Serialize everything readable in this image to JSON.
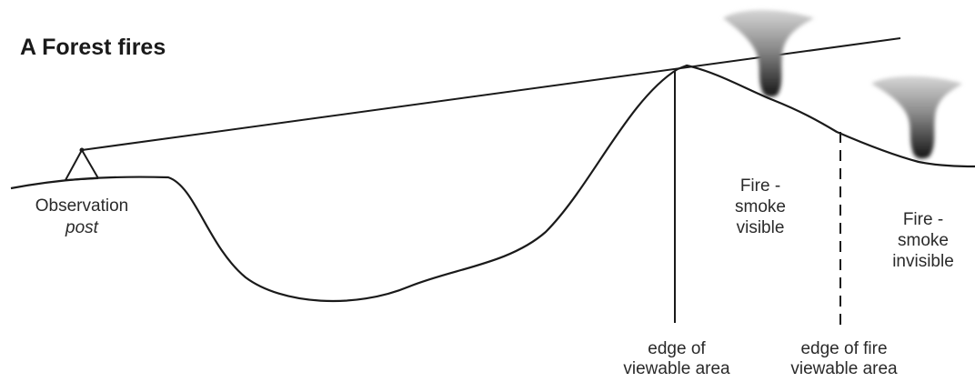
{
  "title": "A  Forest fires",
  "labels": {
    "observation_line1": "Observation",
    "observation_line2": "post",
    "fire_visible_line1": "Fire -",
    "fire_visible_line2": "smoke",
    "fire_visible_line3": "visible",
    "fire_invisible_line1": "Fire -",
    "fire_invisible_line2": "smoke",
    "fire_invisible_line3": "invisible",
    "edge_viewable_line1": "edge of",
    "edge_viewable_line2": "viewable area",
    "edge_fire_line1": "edge of fire",
    "edge_fire_line2": "viewable area"
  }
}
